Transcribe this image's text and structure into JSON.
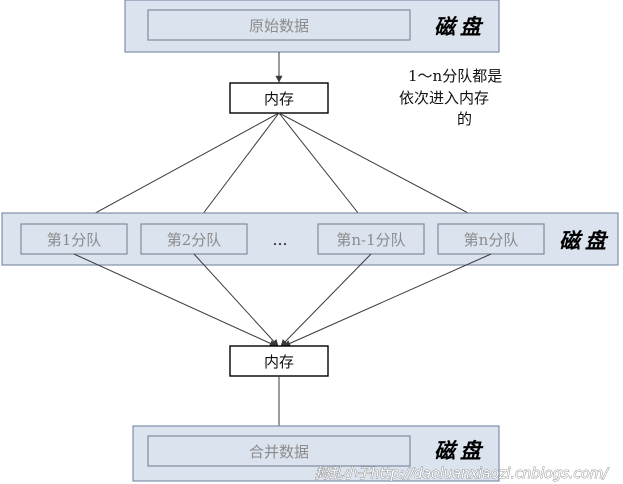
{
  "top_panel": {
    "data_label": "原始数据",
    "disk_label": "磁盘"
  },
  "memory_top": {
    "label": "内存"
  },
  "note": {
    "lines": [
      "1～n分队都是",
      "依次进入内存",
      "的"
    ]
  },
  "middle_panel": {
    "queues": [
      "第1分队",
      "第2分队",
      "第n-1分队",
      "第n分队"
    ],
    "ellipsis": "…",
    "disk_label": "磁盘"
  },
  "memory_bottom": {
    "label": "内存"
  },
  "bottom_panel": {
    "data_label": "合并数据",
    "disk_label": "磁盘"
  },
  "watermark": {
    "text": "捣乱小子http://daoluanxiaozi.cnblogs.com/"
  },
  "colors": {
    "panel_fill": "#dbe3ef",
    "panel_stroke": "#8090a8",
    "gray_text": "#8b8b8b"
  }
}
